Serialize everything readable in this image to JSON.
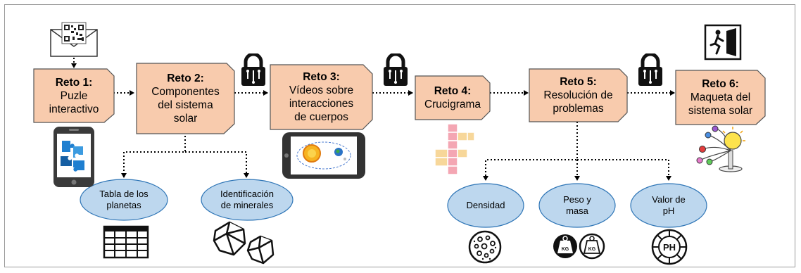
{
  "challenges": [
    {
      "title": "Reto 1",
      "sep": ":",
      "lines": [
        "Puzle",
        "interactivo"
      ]
    },
    {
      "title": "Reto 2",
      "sep": ":",
      "lines": [
        "Componentes",
        "del sistema",
        "solar"
      ]
    },
    {
      "title": "Reto 3",
      "sep": ":",
      "lines": [
        "Vídeos sobre",
        "interacciones",
        "de cuerpos"
      ]
    },
    {
      "title": "Reto 4",
      "sep": ":",
      "lines": [
        "Crucigrama"
      ]
    },
    {
      "title": "Reto 5",
      "sep": ":",
      "lines": [
        "Resolución de",
        "problemas"
      ]
    },
    {
      "title": "Reto 6",
      "sep": ":",
      "lines": [
        "Maqueta del",
        "sistema solar"
      ]
    }
  ],
  "topics": [
    {
      "lines": [
        "Tabla de los",
        "planetas"
      ]
    },
    {
      "lines": [
        "Identificación",
        "de minerales"
      ]
    },
    {
      "lines": [
        "Densidad"
      ]
    },
    {
      "lines": [
        "Peso y",
        "masa"
      ]
    },
    {
      "lines": [
        "Valor de",
        "pH"
      ]
    }
  ],
  "icons": {
    "envelope": "qr-envelope-icon",
    "exit": "exit-door-icon",
    "lock": "padlock-icon",
    "phone": "smartphone-puzzle-icon",
    "tablet": "tablet-solar-system-icon",
    "crossword": "crossword-icon",
    "orrery": "solar-model-icon",
    "table": "table-grid-icon",
    "minerals": "minerals-icon",
    "density": "density-particles-icon",
    "weights": "weights-kg-icon",
    "ph": "ph-indicator-icon",
    "weight_label": "KG",
    "ph_label": "PH"
  },
  "colors": {
    "card_fill": "#F8CBAD",
    "ellipse_fill": "#BDD7EE",
    "ellipse_border": "#2E75B6",
    "puzzle_blue": "#1F7FD0"
  }
}
